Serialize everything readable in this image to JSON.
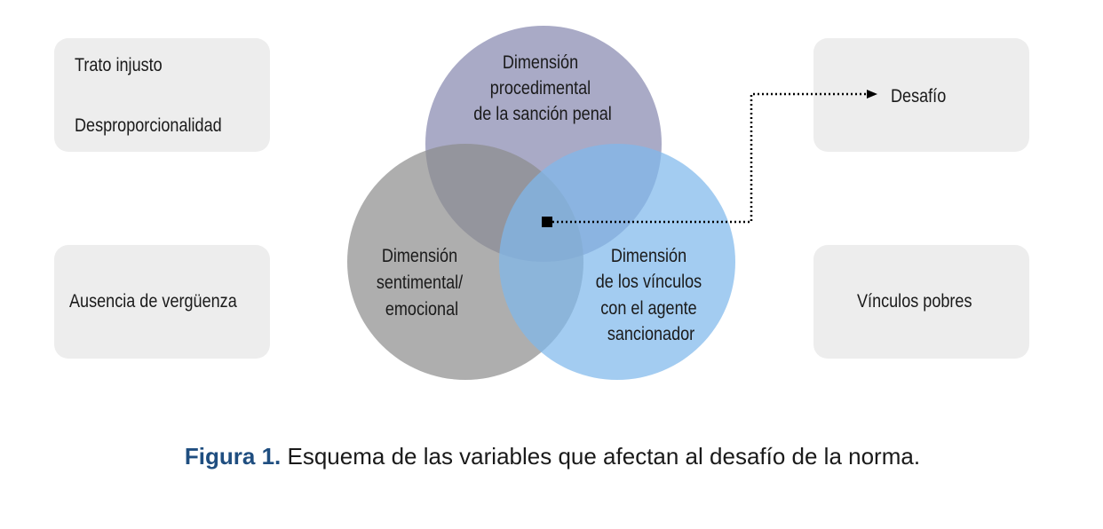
{
  "left_boxes": {
    "top": {
      "lines": [
        "Trato injusto",
        "Desproporcionalidad"
      ]
    },
    "bottom": {
      "text": "Ausencia de vergüenza"
    }
  },
  "right_boxes": {
    "top": {
      "text": "Desafío"
    },
    "bottom": {
      "text": "Vínculos pobres"
    }
  },
  "circles": {
    "procedimental": {
      "lines": [
        "Dimensión",
        "procedimental",
        "de la sanción penal"
      ],
      "color": "#a9aac6"
    },
    "sentimental": {
      "lines": [
        "Dimensión",
        "sentimental/",
        "emocional"
      ],
      "color": "#8c8c8c"
    },
    "vinculos": {
      "lines": [
        "Dimensión",
        "de los vínculos",
        "con el agente",
        "sancionador"
      ],
      "color": "#8dc0ec"
    }
  },
  "caption": {
    "label": "Figura 1.",
    "text": " Esquema de las variables que afectan al desafío de la norma."
  },
  "colors": {
    "box_fill": "#ededed",
    "caption_label": "#1f4e80",
    "arrow": "#000000"
  }
}
